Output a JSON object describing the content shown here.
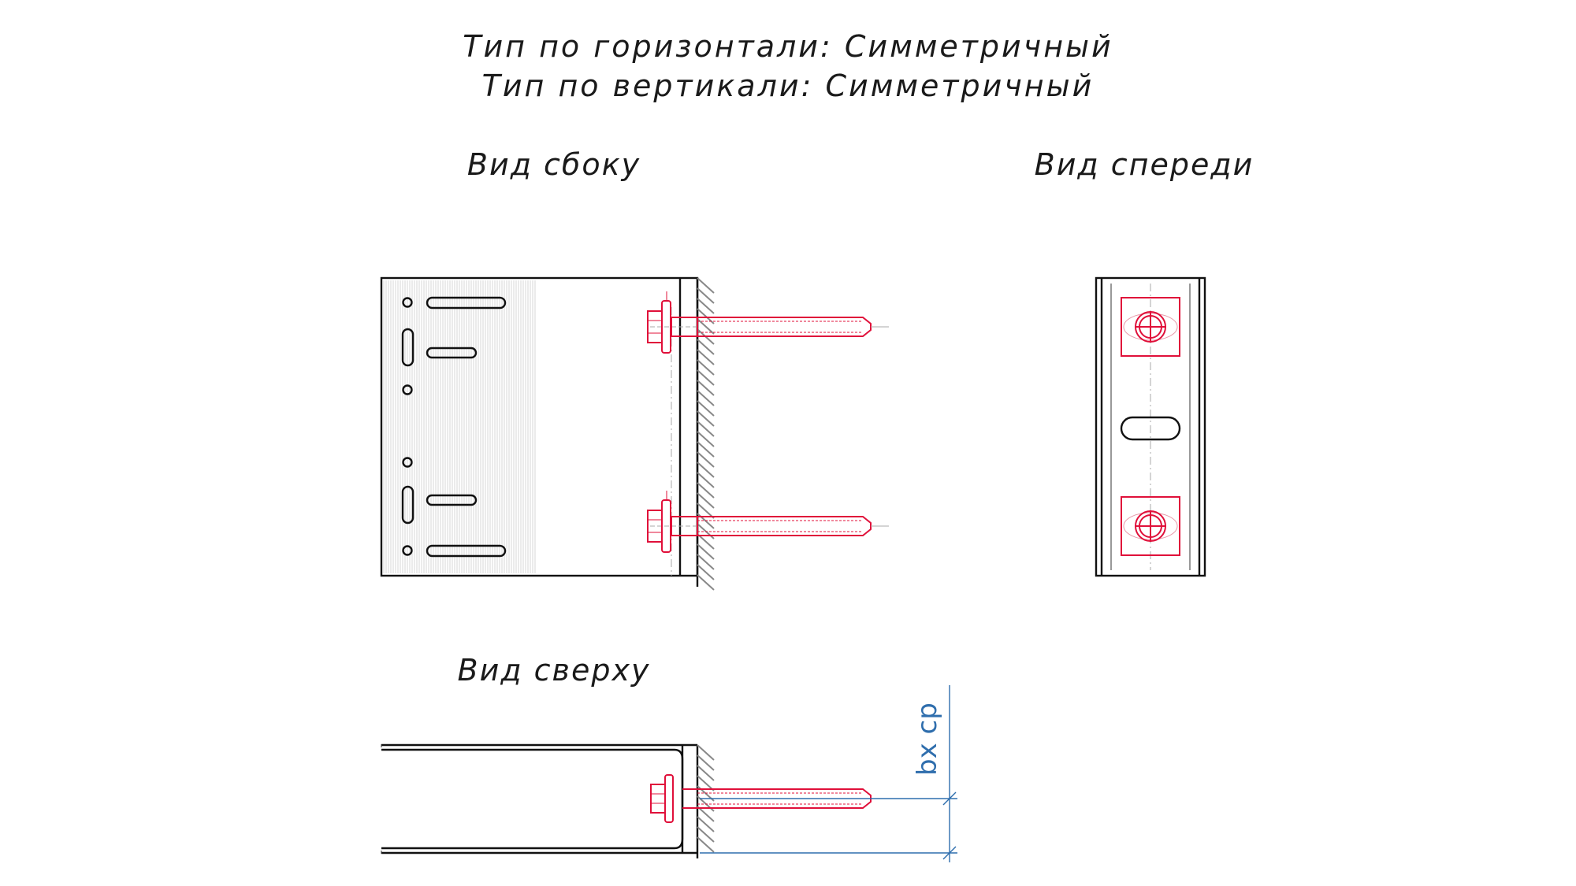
{
  "header": {
    "horizontal_type": "Тип по горизонтали: Симметричный",
    "vertical_type": "Тип по вертикали: Симметричный"
  },
  "views": {
    "side": "Вид сбоку",
    "front": "Вид спереди",
    "top": "Вид сверху"
  },
  "dimension": {
    "label": "bx cp"
  },
  "colors": {
    "outline": "#111111",
    "fastener": "#e0103a",
    "dimension": "#2f6ead",
    "hatch": "#888888"
  }
}
